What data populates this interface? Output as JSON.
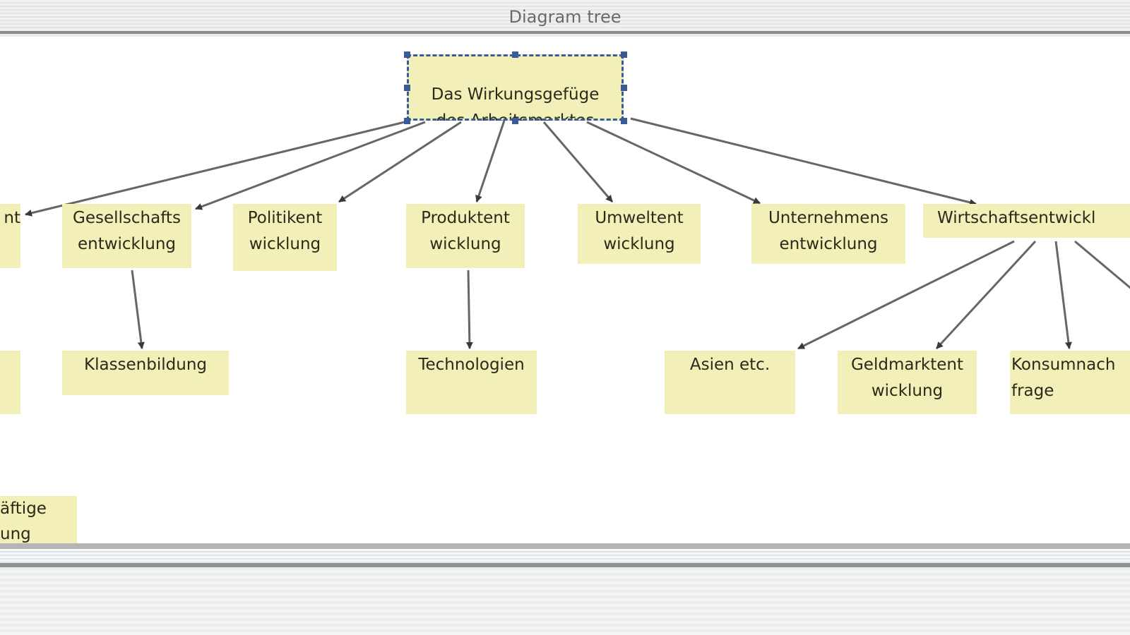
{
  "window": {
    "title": "Diagram tree"
  },
  "nodes": {
    "root": "Das Wirkungsgefüge\ndes Arbeitsmarktes",
    "left_partial_1": "nt",
    "gesellschaft": "Gesellschafts\nentwicklung",
    "politik": "Politikent\nwicklung",
    "produkt": "Produktent\nwicklung",
    "umwelt": "Umweltent\nwicklung",
    "unternehmen": "Unternehmens\nentwicklung",
    "wirtschaft": "Wirtschaftsentwickl",
    "left_partial_2": "",
    "klassen": "Klassenbildung",
    "technologien": "Technologien",
    "asien": "Asien etc.",
    "geldmarkt": "Geldmarktent\nwicklung",
    "konsum": "Konsumnach\nfrage",
    "left_partial_3": "äftige\nung"
  },
  "colors": {
    "node_fill": "#f2f0b8",
    "selection": "#3a5a9a",
    "edge": "#555555"
  }
}
